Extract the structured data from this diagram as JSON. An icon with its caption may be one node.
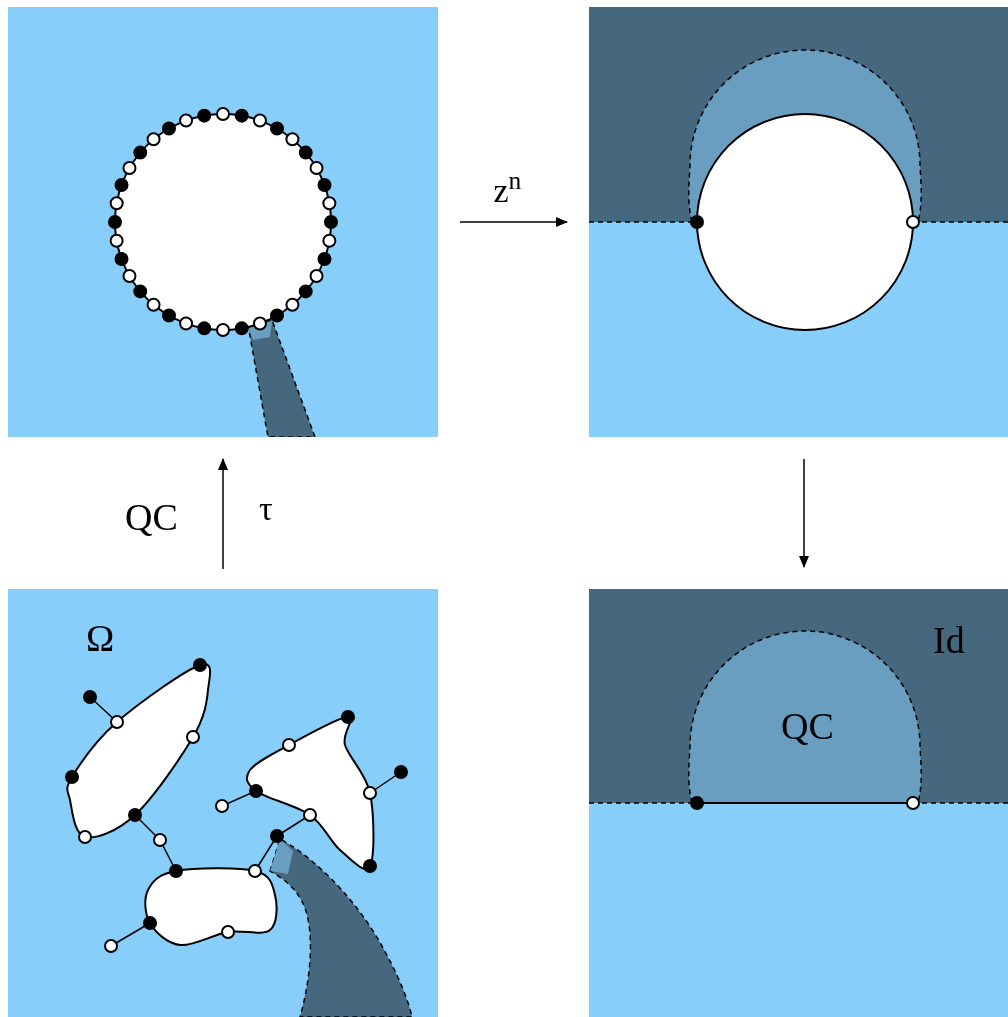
{
  "diagram": {
    "nodes": [
      {
        "text": [],
        "shape": "picture"
      },
      {
        "text": [],
        "shape": "picture"
      },
      {
        "text": [
          "Ω"
        ]
      },
      {
        "text": [
          "Id",
          "QC"
        ]
      }
    ],
    "edges": [
      {
        "from": 0,
        "to": 1,
        "arrow": "to",
        "label": "z$^{n}$"
      },
      {
        "from": 1,
        "to": 3,
        "arrow": "to"
      },
      {
        "from": 2,
        "to": 0,
        "arrow": "to",
        "label": "τ"
      }
    ],
    "labels": [
      "QC"
    ]
  }
}
